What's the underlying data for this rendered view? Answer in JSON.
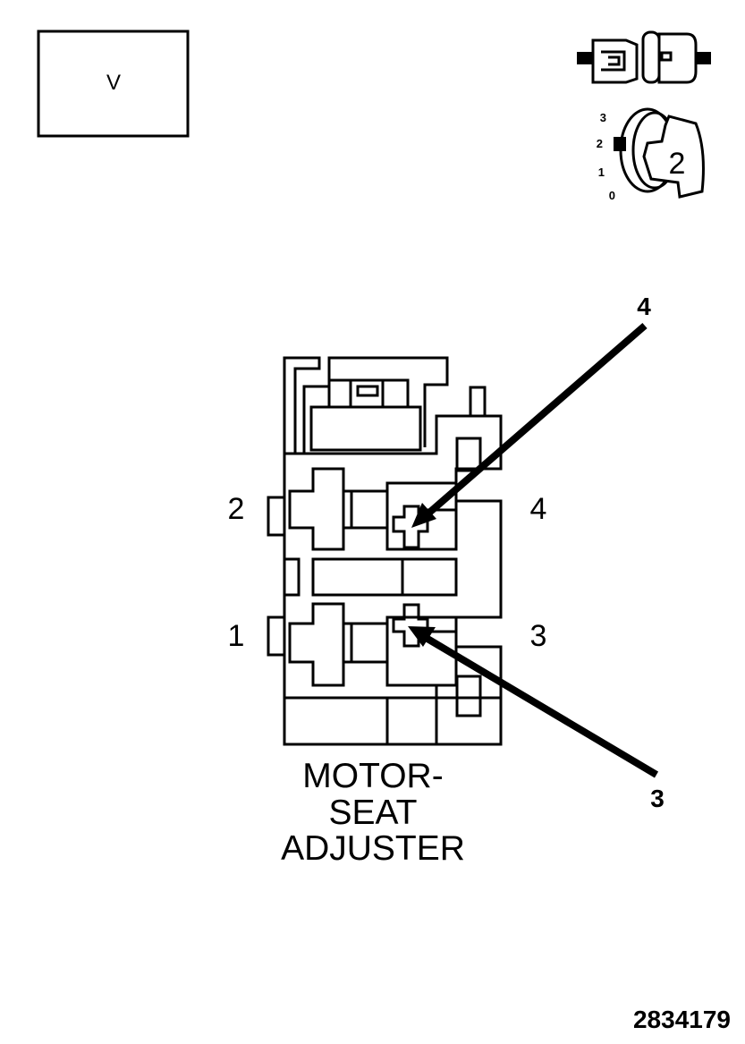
{
  "view_box_label": "V",
  "ignition_key": {
    "positions": [
      "3",
      "2",
      "1",
      "0"
    ],
    "selected": "2"
  },
  "connector": {
    "title_lines": [
      "MOTOR-",
      "SEAT",
      "ADJUSTER"
    ],
    "side_pins": {
      "top_left": "2",
      "top_right": "4",
      "bottom_left": "1",
      "bottom_right": "3"
    },
    "callouts": {
      "upper": "4",
      "lower": "3"
    }
  },
  "figure_number": "2834179"
}
